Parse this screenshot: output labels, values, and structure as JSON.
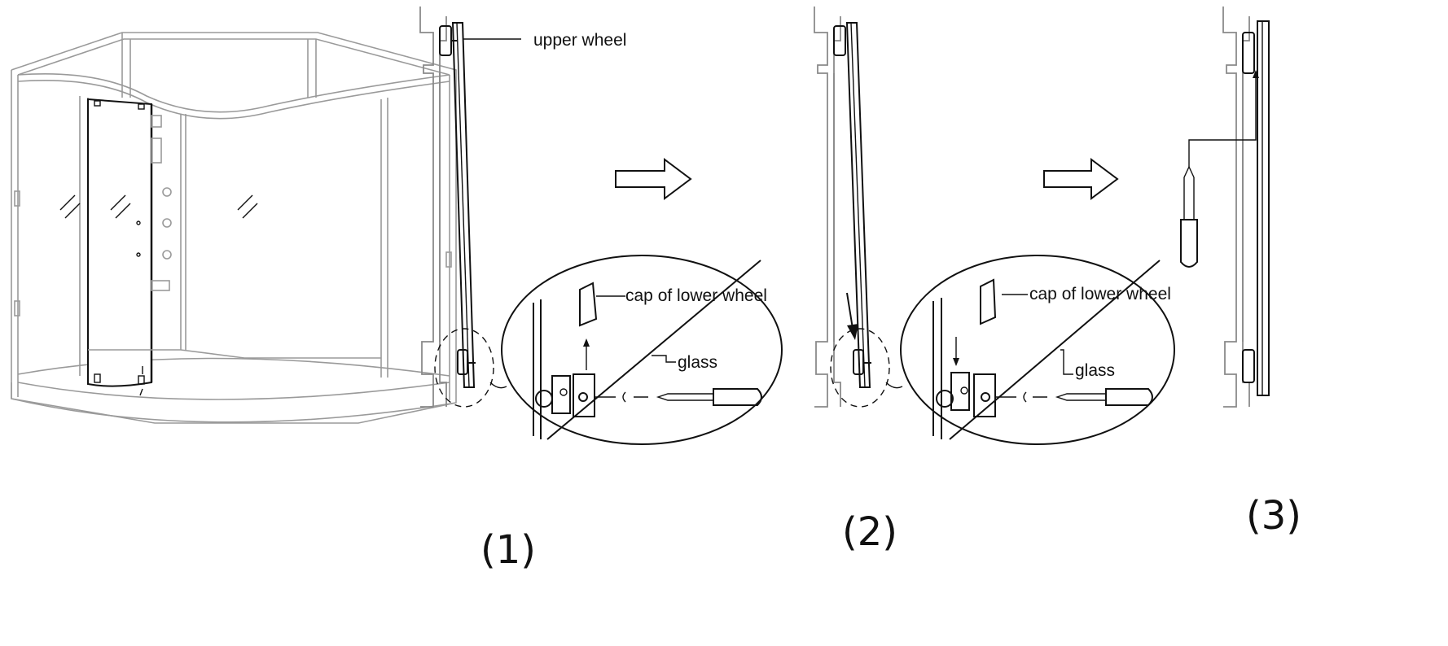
{
  "colors": {
    "line": "#111111",
    "cabin": "#9a9a9a",
    "profile": "#8a8a8a",
    "background": "#ffffff"
  },
  "labels": {
    "upper_wheel": "upper wheel",
    "cap_lower_wheel_1": "cap of lower wheel",
    "glass_1": "glass",
    "cap_lower_wheel_2": "cap of lower wheel",
    "glass_2": "glass"
  },
  "steps": {
    "step1": "(1)",
    "step2": "(2)",
    "step3": "(3)"
  }
}
